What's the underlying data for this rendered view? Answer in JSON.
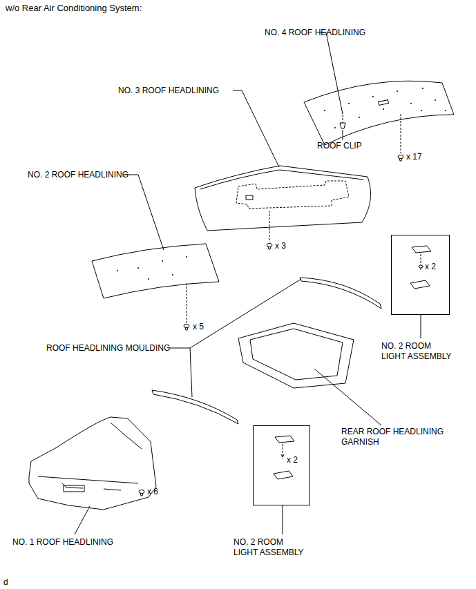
{
  "diagram": {
    "title": "w/o Rear Air Conditioning System:",
    "nodes": [
      {
        "text": [
          "x 2"
        ]
      },
      {
        "text": [
          "x 2"
        ]
      }
    ],
    "labels": [
      "NO. 4 ROOF HEADLINING",
      "NO. 3 ROOF HEADLINING",
      "ROOF CLIP",
      "x 17",
      "NO. 2 ROOF HEADLINING",
      "x 3",
      "x 5",
      "ROOF HEADLINING MOULDING",
      "NO. 2 ROOM LIGHT ASSEMBLY",
      "REAR ROOF HEADLINING GARNISH",
      "x 6",
      "NO. 1 ROOF HEADLINING",
      "NO. 2 ROOM LIGHT ASSEMBLY",
      "d"
    ]
  }
}
